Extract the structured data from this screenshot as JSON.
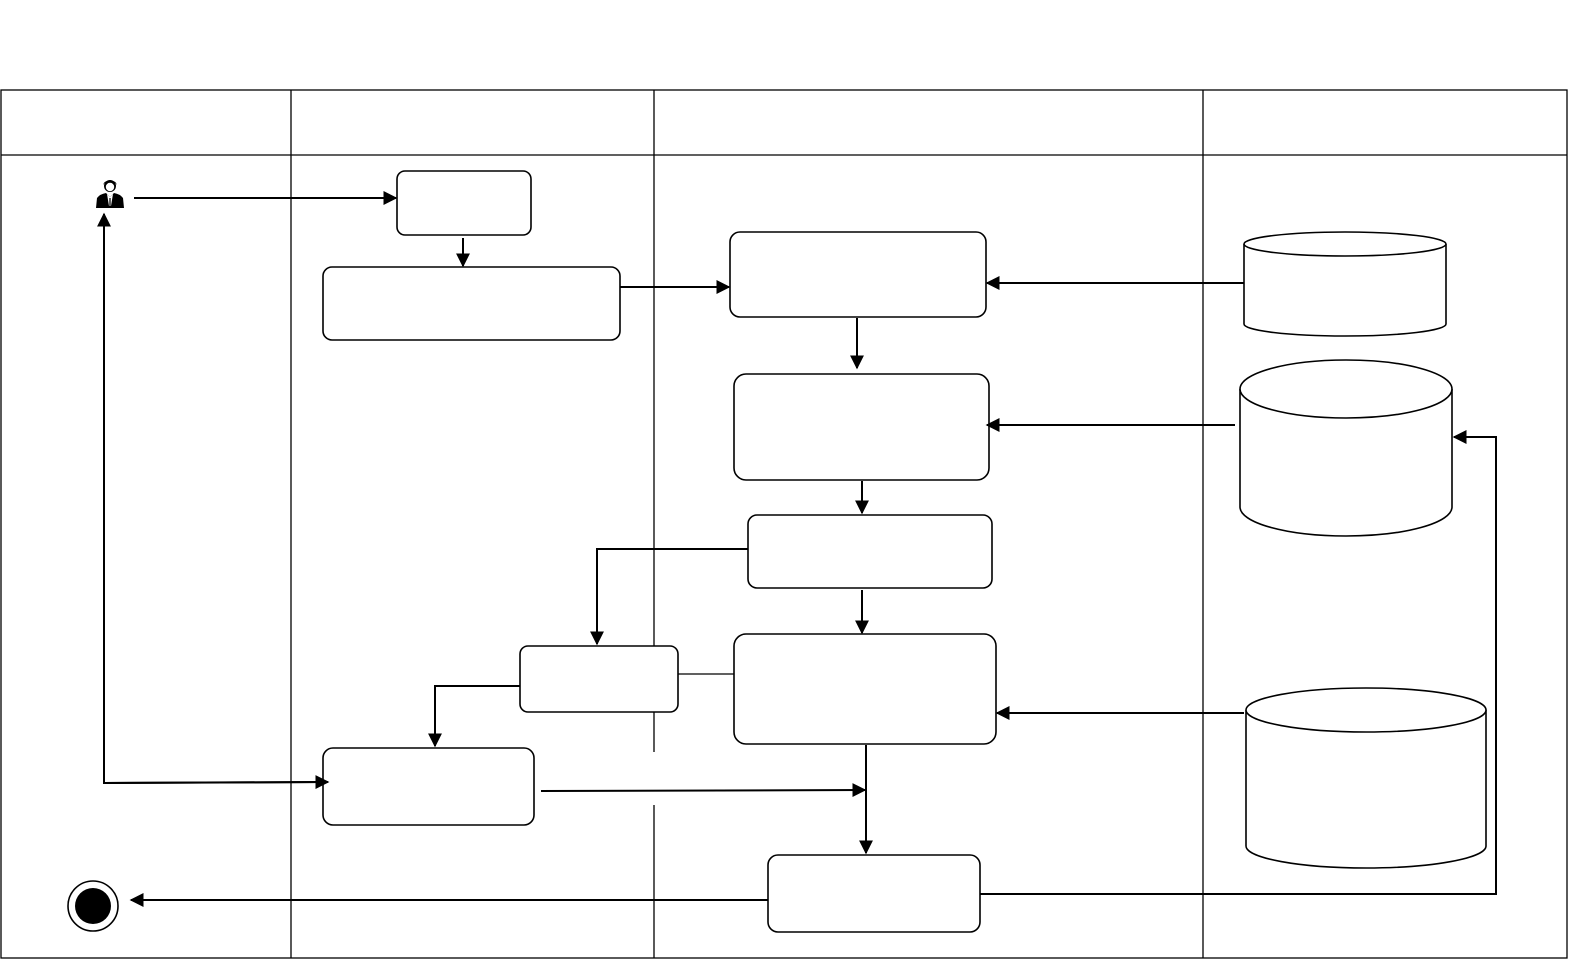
{
  "diagram": {
    "type": "swimlane activity diagram",
    "lanes": [
      {
        "id": "lane-1",
        "label": ""
      },
      {
        "id": "lane-2",
        "label": ""
      },
      {
        "id": "lane-3",
        "label": ""
      },
      {
        "id": "lane-4",
        "label": ""
      }
    ],
    "activities": [
      {
        "id": "a1",
        "label": ""
      },
      {
        "id": "a2",
        "label": ""
      },
      {
        "id": "a3",
        "label": ""
      },
      {
        "id": "a4",
        "label": ""
      },
      {
        "id": "a5",
        "label": ""
      },
      {
        "id": "a6",
        "label": ""
      },
      {
        "id": "a7",
        "label": ""
      },
      {
        "id": "a8",
        "label": ""
      },
      {
        "id": "a9",
        "label": ""
      }
    ],
    "datastores": [
      {
        "id": "db1",
        "label": ""
      },
      {
        "id": "db2",
        "label": ""
      },
      {
        "id": "db3",
        "label": ""
      }
    ],
    "actor": {
      "icon": "user-icon"
    },
    "end_node": {
      "icon": "final-node-icon"
    },
    "colors": {
      "stroke": "#000000",
      "background": "#ffffff"
    }
  }
}
